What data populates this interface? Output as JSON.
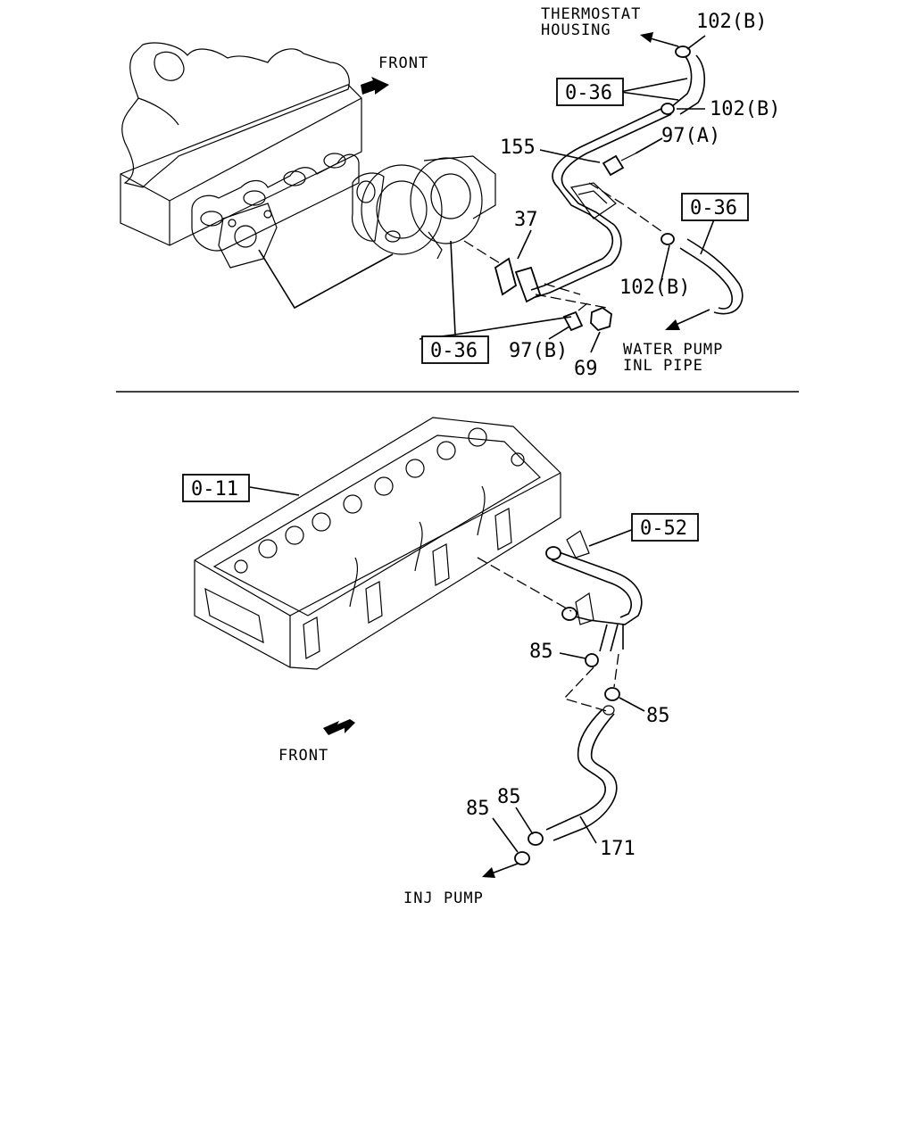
{
  "top": {
    "thermostat_housing": [
      "THERMOSTAT",
      "HOUSING"
    ],
    "front": "FRONT",
    "water_pump_inl_pipe": [
      "WATER PUMP",
      "INL PIPE"
    ],
    "refs": {
      "ref_036_a": "0-36",
      "ref_036_b": "0-36",
      "ref_036_c": "0-36"
    },
    "parts": {
      "p102b_1": "102(B)",
      "p102b_2": "102(B)",
      "p102b_3": "102(B)",
      "p97a": "97(A)",
      "p155": "155",
      "p37": "37",
      "p97b": "97(B)",
      "p69": "69"
    }
  },
  "bottom": {
    "front": "FRONT",
    "inj_pump": "INJ PUMP",
    "refs": {
      "ref_011": "0-11",
      "ref_052": "0-52"
    },
    "parts": {
      "p85_1": "85",
      "p85_2": "85",
      "p85_3": "85",
      "p85_4": "85",
      "p171": "171"
    }
  }
}
